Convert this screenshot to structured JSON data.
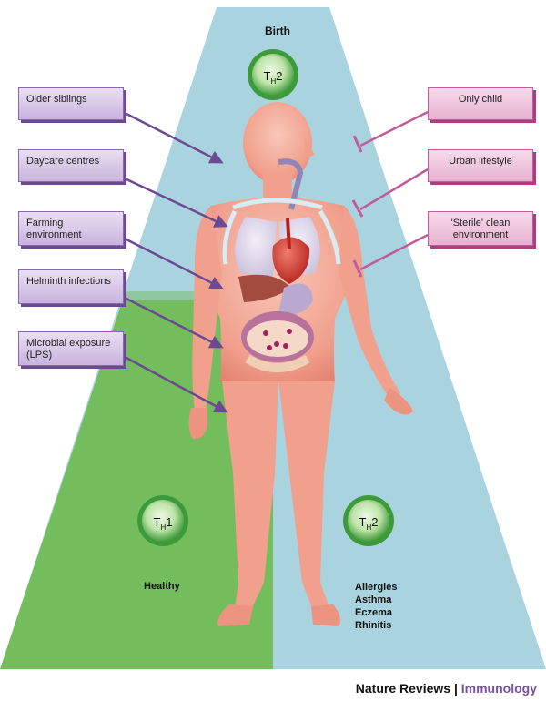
{
  "top_label": "Birth",
  "markers": {
    "top": {
      "main": "T",
      "sub": "H",
      "num": "2"
    },
    "bottom_left": {
      "main": "T",
      "sub": "H",
      "num": "1"
    },
    "bottom_right": {
      "main": "T",
      "sub": "H",
      "num": "2"
    }
  },
  "left_factors": [
    {
      "text": "Older siblings"
    },
    {
      "text": "Daycare centres"
    },
    {
      "text": "Farming environment"
    },
    {
      "text": "Helminth infections"
    },
    {
      "text": "Microbial exposure (LPS)"
    }
  ],
  "right_factors": [
    {
      "text": "Only child"
    },
    {
      "text": "Urban lifestyle"
    },
    {
      "text": "'Sterile' clean environment"
    }
  ],
  "outcomes": {
    "healthy": "Healthy",
    "disease": [
      "Allergies",
      "Asthma",
      "Eczema",
      "Rhinitis"
    ]
  },
  "footer": {
    "publisher": "Nature Reviews",
    "separator": "|",
    "journal": "Immunology"
  },
  "colors": {
    "blue_region": "#a9d4df",
    "green_region": "#74bd5c",
    "left_arrow": "#6b4a92",
    "right_inhibitor": "#c05c99",
    "body": "#f2a593",
    "marker_ring": "#3d9a3a"
  }
}
